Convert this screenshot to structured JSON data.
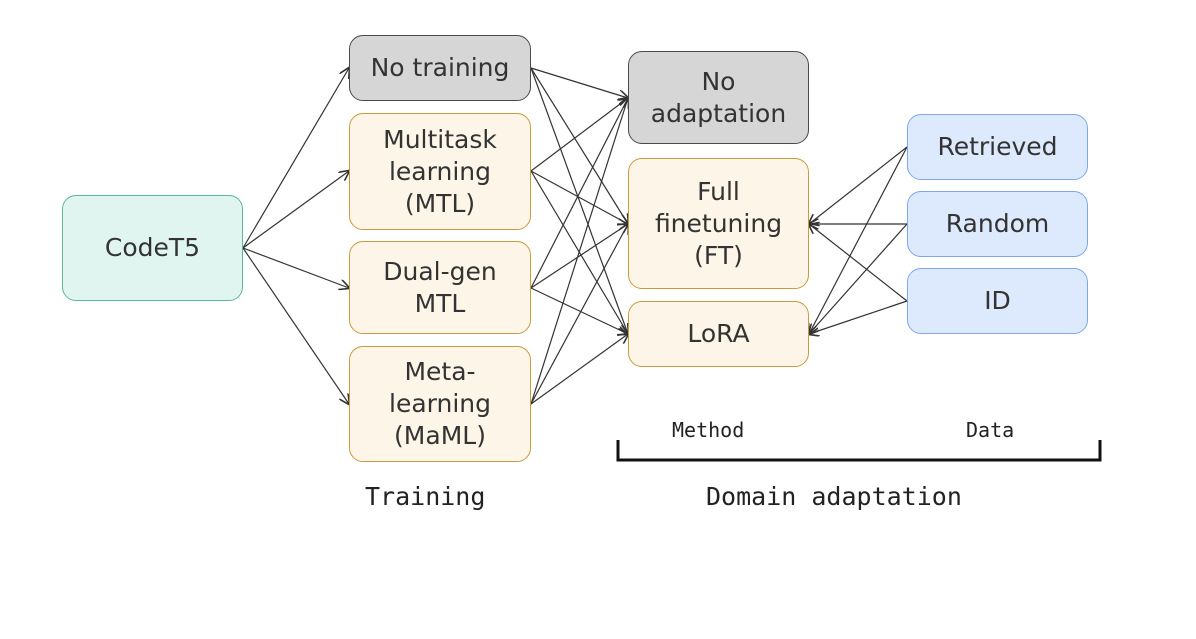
{
  "nodes": {
    "codet5": "CodeT5",
    "no_training": "No training",
    "mtl": "Multitask\nlearning\n(MTL)",
    "dual_gen": "Dual-gen\nMTL",
    "meta": "Meta-\nlearning\n(MaML)",
    "no_adaptation": "No\nadaptation",
    "full_ft": "Full\nfinetuning\n(FT)",
    "lora": "LoRA",
    "retrieved": "Retrieved",
    "random": "Random",
    "id": "ID"
  },
  "labels": {
    "method": "Method",
    "data": "Data",
    "training": "Training",
    "domain_adaptation": "Domain adaptation"
  },
  "colors": {
    "green_fill": "#e0f5f0",
    "green_border": "#5fb5a0",
    "gray_fill": "#d6d6d6",
    "gray_border": "#4a4a4a",
    "orange_fill": "#fdf6e8",
    "orange_border": "#c99a3e",
    "blue_fill": "#dde9fc",
    "blue_border": "#7ea7ee",
    "edge": "#333333"
  }
}
